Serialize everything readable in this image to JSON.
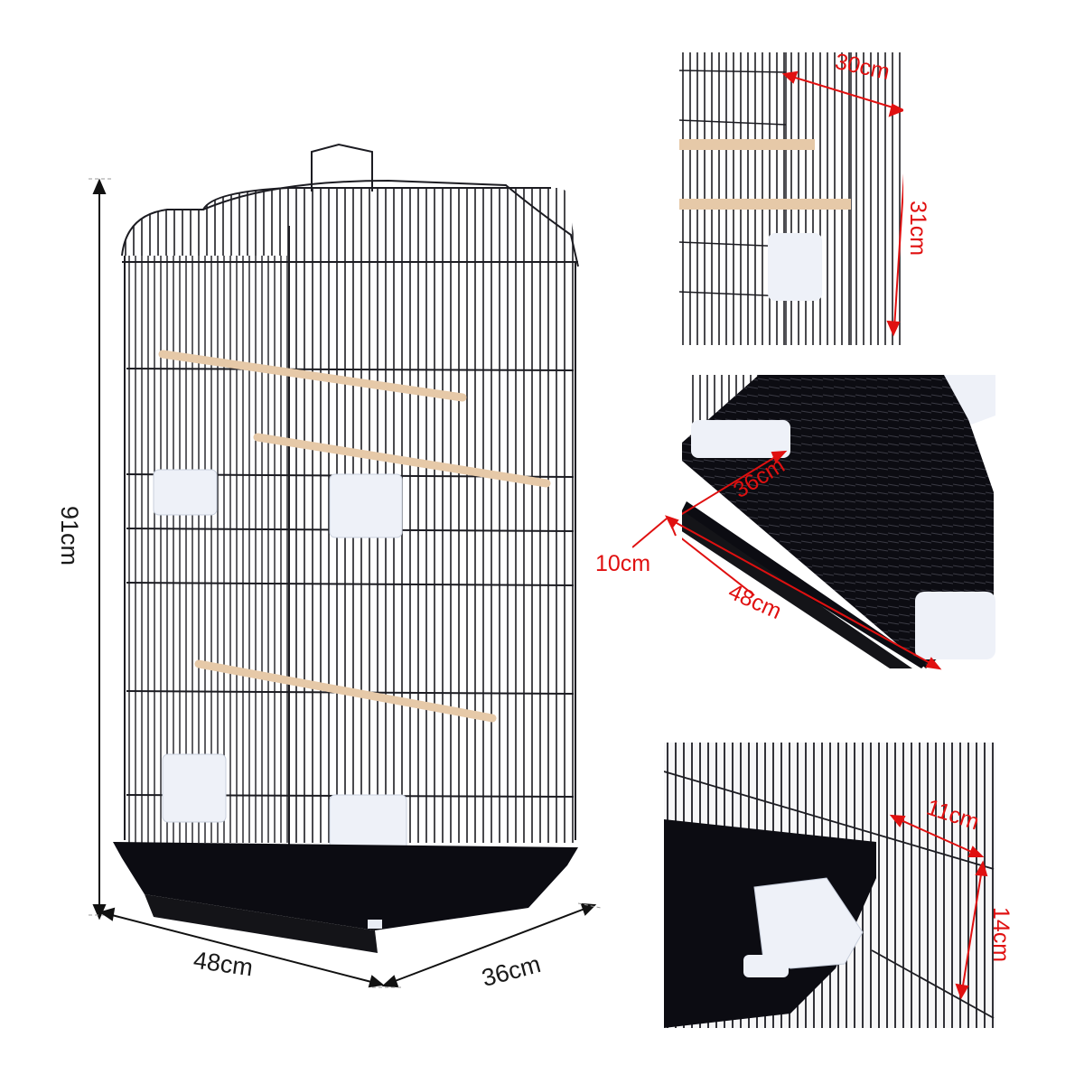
{
  "product": {
    "name": "bird-cage",
    "colors": {
      "wire": "#1c1c22",
      "tray": "#0c0c12",
      "perch": "#e6c9a8",
      "feeder": "#eef1f8",
      "dimension_black": "#111111",
      "dimension_red": "#e01010",
      "background": "#ffffff"
    }
  },
  "main_view": {
    "height_label": "91cm",
    "width_label": "48cm",
    "depth_label": "36cm"
  },
  "detail_panels": [
    {
      "id": "door-detail",
      "labels": {
        "door_width": "30cm",
        "door_height": "31cm"
      }
    },
    {
      "id": "tray-detail",
      "labels": {
        "tray_depth": "36cm",
        "tray_height": "10cm",
        "tray_width": "48cm"
      }
    },
    {
      "id": "feeder-door-detail",
      "labels": {
        "feeder_door_width": "11cm",
        "feeder_door_height": "14cm"
      }
    }
  ]
}
